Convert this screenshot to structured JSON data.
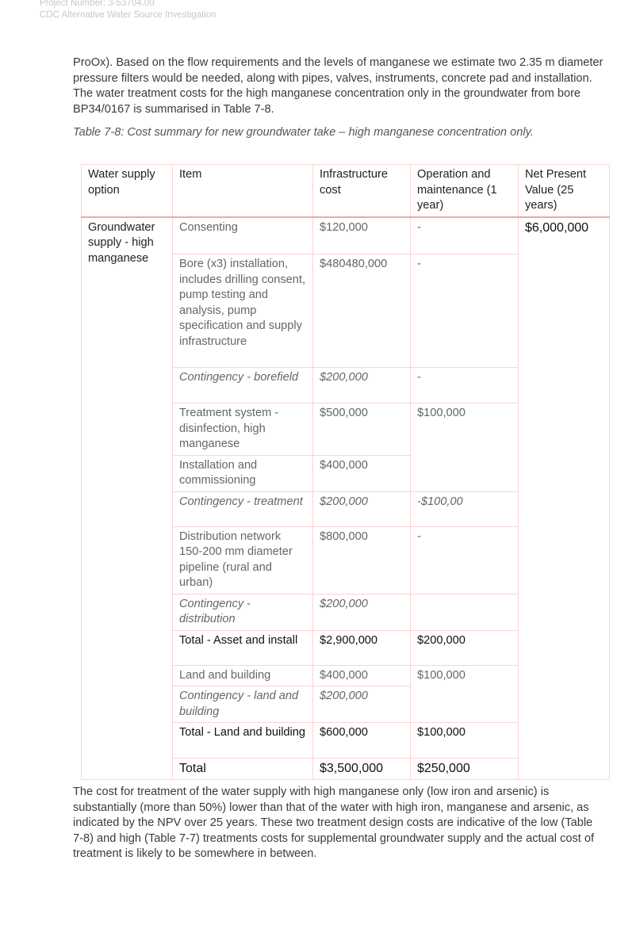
{
  "header": {
    "project_number": "Project Number: 3-53704.00",
    "project_name": "CDC Alternative Water Source Investigation"
  },
  "intro": "ProOx). Based on the flow requirements and the levels of manganese we estimate two 2.35 m diameter pressure filters would be needed, along with pipes, valves, instruments, concrete pad and installation. The water treatment costs for the high manganese concentration only in the groundwater from bore BP34/0167 is summarised in Table 7-8.",
  "caption": "Table 7-8: Cost summary for new groundwater take – high manganese concentration only.",
  "table": {
    "headers": [
      "Water supply option",
      "Item",
      "Infrastructure cost",
      "Operation and maintenance (1 year)",
      "Net Present Value (25 years)"
    ],
    "option": "Groundwater supply - high manganese",
    "npv": "$6,000,000",
    "rows": [
      {
        "item": "Consenting",
        "infra": "$120,000",
        "om": "-"
      },
      {
        "item": "Bore (x3) installation, includes drilling consent, pump testing and analysis, pump specification and supply infrastructure",
        "infra": "$480480,000",
        "om": "-"
      },
      {
        "item": "Contingency - borefield",
        "infra": "$200,000",
        "om": "-"
      },
      {
        "item": "Treatment system - disinfection, high manganese",
        "infra": "$500,000",
        "om": "$100,000"
      },
      {
        "item": "Installation and commissioning",
        "infra": "$400,000"
      },
      {
        "item": "Contingency - treatment",
        "infra": "$200,000",
        "om": "-$100,00"
      },
      {
        "item": "Distribution network 150-200 mm diameter pipeline (rural and urban)",
        "infra": "$800,000",
        "om": "-"
      },
      {
        "item": "Contingency - distribution",
        "infra": "$200,000",
        "om": ""
      },
      {
        "item": "Total - Asset and install",
        "infra": "$2,900,000",
        "om": "$200,000"
      },
      {
        "item": "Land and building",
        "infra": "$400,000",
        "om": "$100,000"
      },
      {
        "item": "Contingency - land and building",
        "infra": "$200,000"
      },
      {
        "item": "Total - Land and building",
        "infra": "$600,000",
        "om": "$100,000"
      },
      {
        "item": "Total",
        "infra": "$3,500,000",
        "om": "$250,000"
      }
    ]
  },
  "conclusion": "The cost for treatment of the water supply with high manganese only (low iron and arsenic) is substantially (more than 50%) lower than that of the water with high iron, manganese and arsenic, as indicated by the NPV over 25 years. These two treatment design costs are indicative of the low (Table 7-8) and high (Table 7-7) treatments costs for supplemental groundwater supply and the actual cost of treatment is likely to be somewhere in between."
}
